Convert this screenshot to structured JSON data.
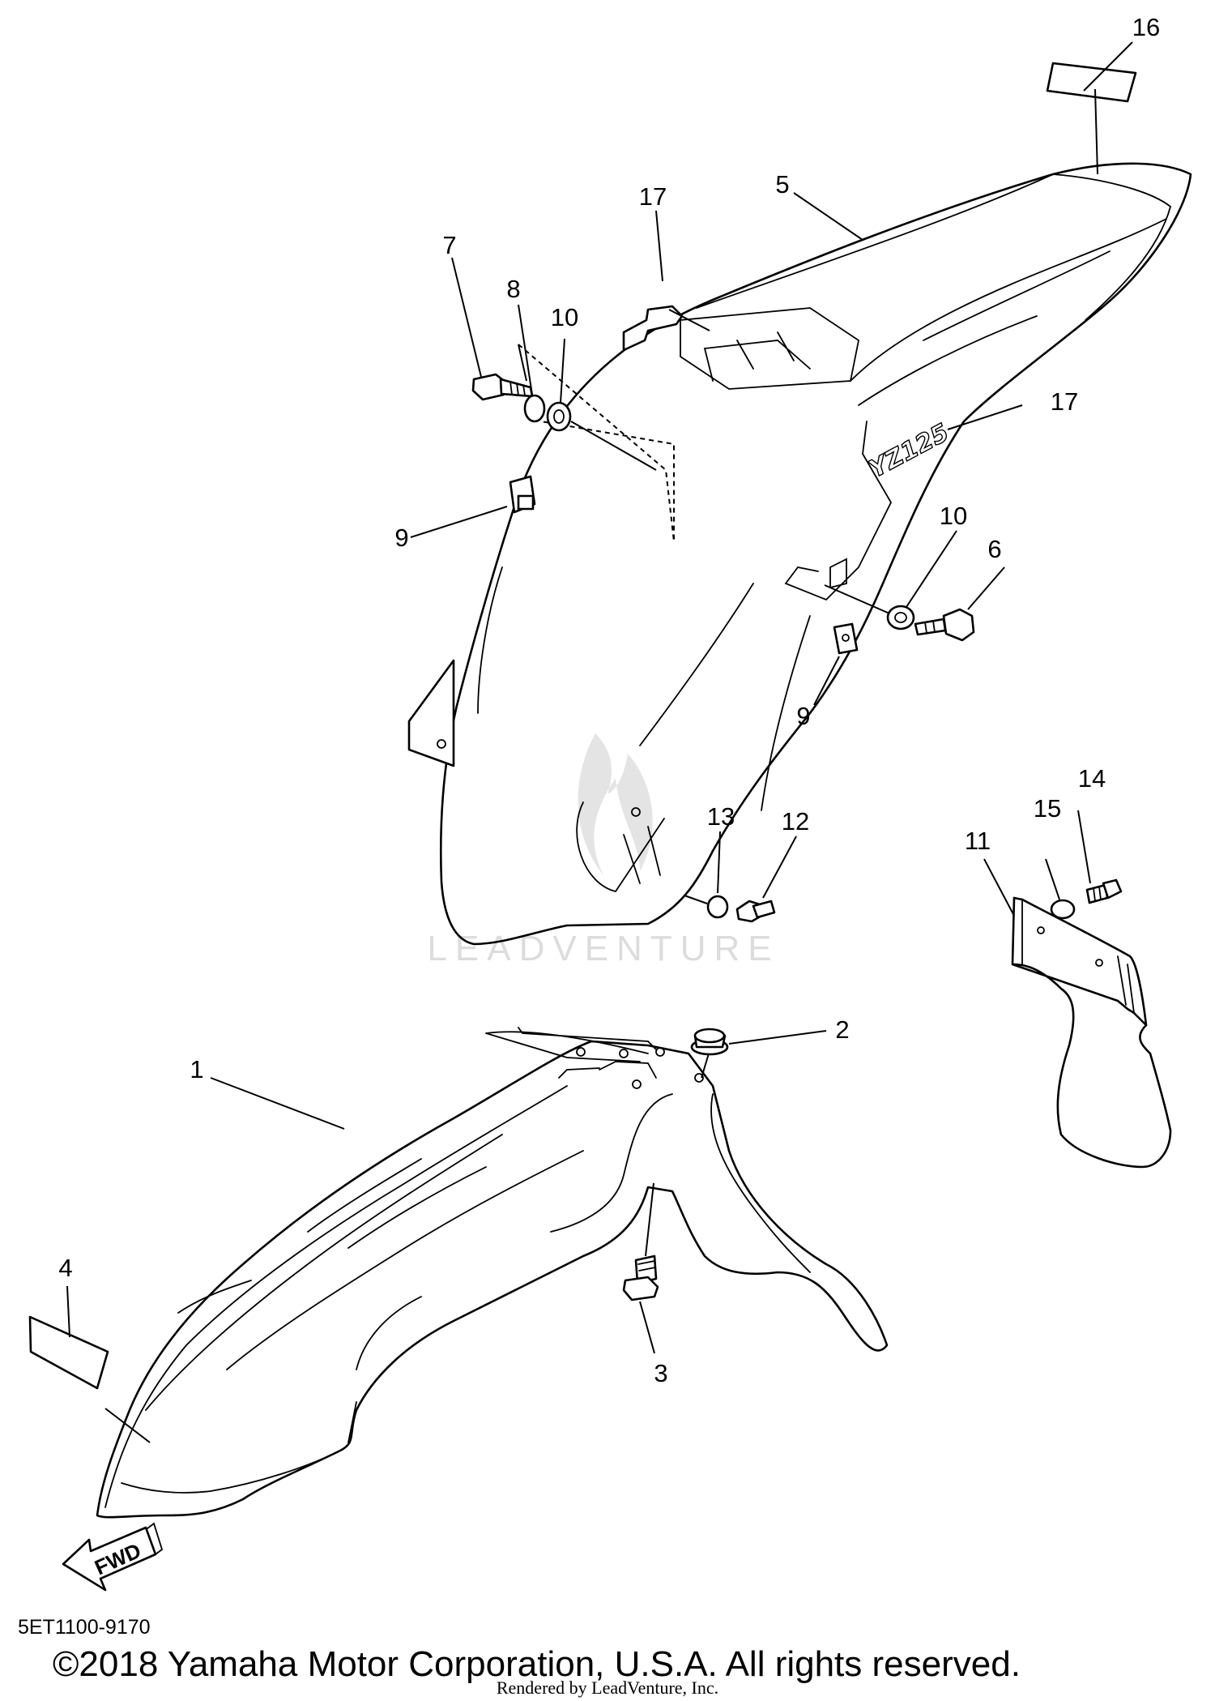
{
  "diagram": {
    "callouts": {
      "c1": "1",
      "c2": "2",
      "c3": "3",
      "c4": "4",
      "c5": "5",
      "c6": "6",
      "c7": "7",
      "c8": "8",
      "c9a": "9",
      "c9b": "9",
      "c10a": "10",
      "c10b": "10",
      "c11": "11",
      "c12": "12",
      "c13": "13",
      "c14": "14",
      "c15": "15",
      "c16": "16",
      "c17a": "17",
      "c17b": "17"
    },
    "arrow_label": "FWD",
    "decal_text": "YZ125",
    "watermark": "LEADVENTURE",
    "catalog_code": "5ET1100-9170",
    "copyright": "©2018 Yamaha Motor Corporation, U.S.A. All rights reserved.",
    "rendered_by": "Rendered by LeadVenture, Inc."
  }
}
